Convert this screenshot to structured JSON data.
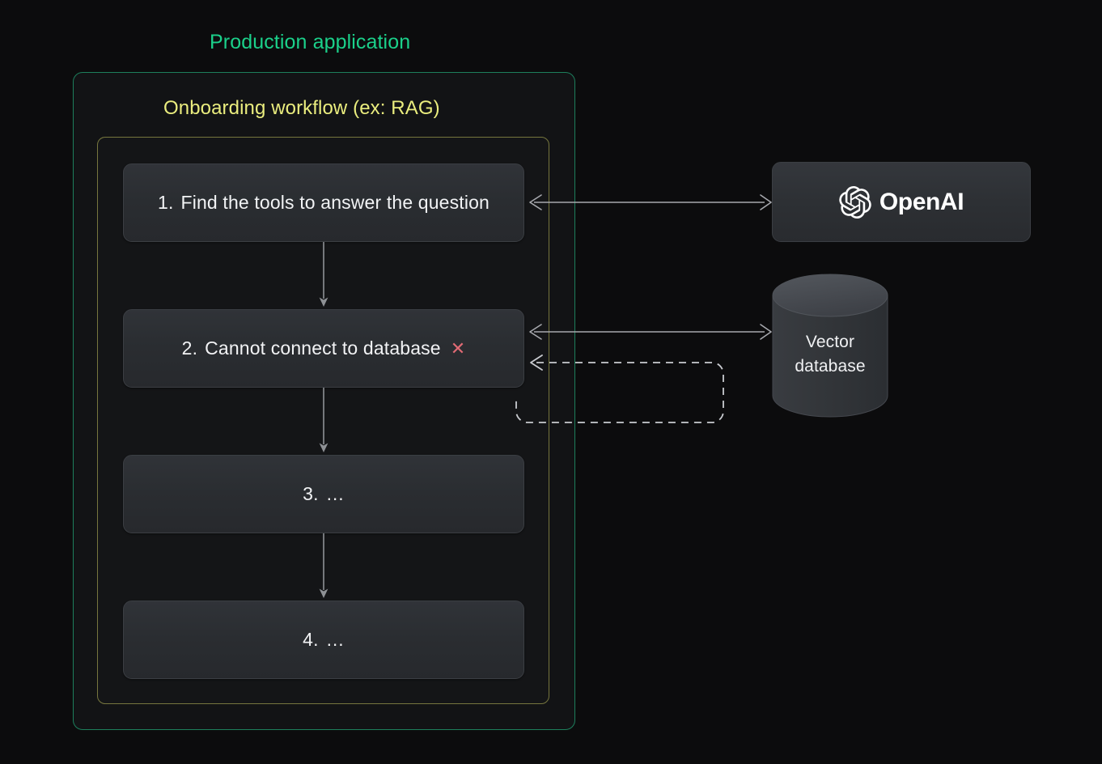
{
  "diagram": {
    "background_color": "#0c0c0d",
    "outer_container": {
      "title": "Production application",
      "title_color": "#1bd08a",
      "border_color": "#1d7f5c"
    },
    "inner_container": {
      "title": "Onboarding workflow (ex: RAG)",
      "title_color": "#eaed7e",
      "border_color": "#76763e"
    },
    "steps": [
      {
        "number": "1.",
        "text": "Find the tools to answer the question",
        "status_icon": ""
      },
      {
        "number": "2.",
        "text": "Cannot connect to database",
        "status_icon": "✕"
      },
      {
        "number": "3.",
        "text": "…",
        "status_icon": ""
      },
      {
        "number": "4.",
        "text": "…",
        "status_icon": ""
      }
    ],
    "services": [
      {
        "name": "OpenAI",
        "logo": "openai-blossom-icon"
      },
      {
        "name": "Vector database",
        "label_line_1": "Vector",
        "label_line_2": "database"
      }
    ],
    "connectors": [
      {
        "from": "step-1",
        "to": "openai",
        "style": "solid",
        "arrows": "both"
      },
      {
        "from": "step-2",
        "to": "vector-database",
        "style": "solid",
        "arrows": "both"
      },
      {
        "from": "retry-loop",
        "to": "step-2",
        "style": "dashed",
        "arrows": "left"
      },
      {
        "from": "step-1",
        "to": "step-2",
        "style": "solid",
        "arrows": "down"
      },
      {
        "from": "step-2",
        "to": "step-3",
        "style": "solid",
        "arrows": "down"
      },
      {
        "from": "step-3",
        "to": "step-4",
        "style": "solid",
        "arrows": "down"
      }
    ],
    "colors": {
      "step_box_border": "#3b3e43",
      "step_text": "#f2f3f5",
      "error_x": "#e06a74",
      "arrow": "#a6a8ad"
    }
  }
}
